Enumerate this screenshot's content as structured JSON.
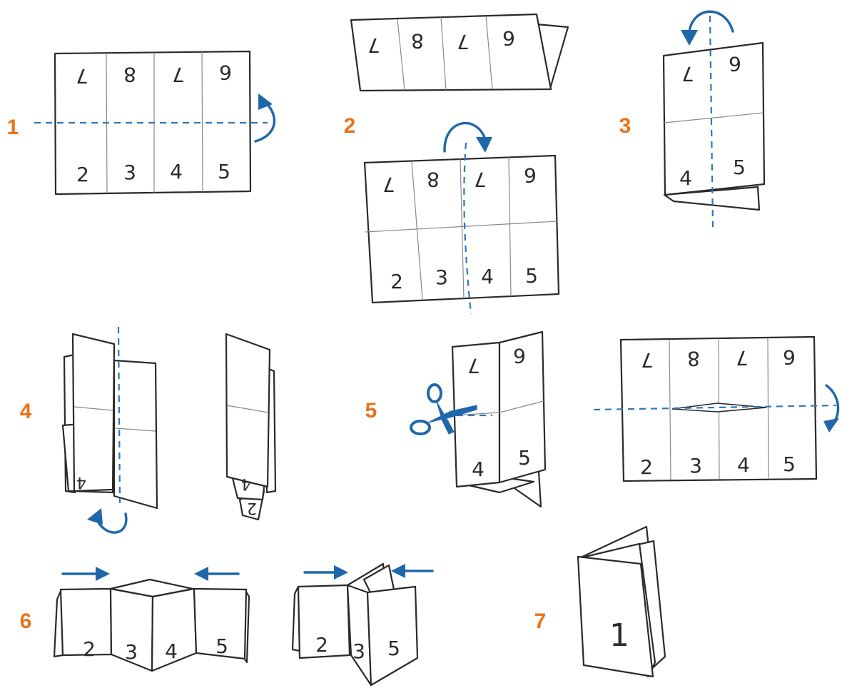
{
  "steps": [
    "1",
    "2",
    "3",
    "4",
    "5",
    "6",
    "7"
  ],
  "pages": {
    "top": [
      "7",
      "8",
      "7",
      "6"
    ],
    "bottom": [
      "2",
      "3",
      "4",
      "5"
    ],
    "cover": "1"
  }
}
